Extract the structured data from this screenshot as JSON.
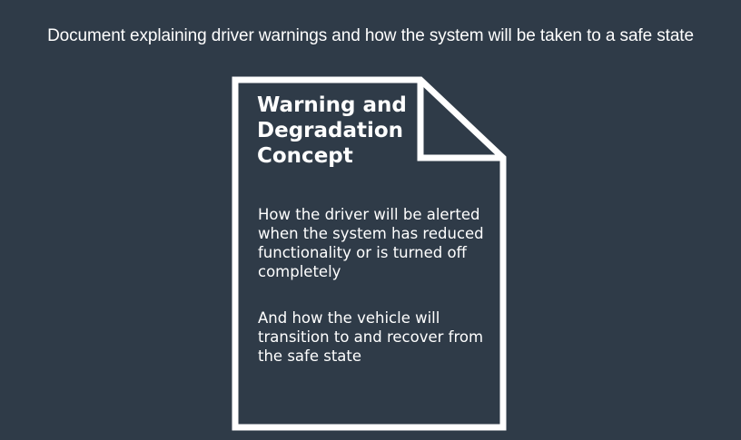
{
  "caption": "Document explaining driver warnings and how the system will be taken to a safe state",
  "document": {
    "icon": "document-icon",
    "title": "Warning and Degradation Concept",
    "paragraphs": [
      "How the driver will be alerted when the system has reduced functionality or is turned off completely",
      "And how the vehicle will transition to and recover from the safe state"
    ]
  },
  "colors": {
    "background": "#2f3b48",
    "foreground": "#ffffff"
  }
}
